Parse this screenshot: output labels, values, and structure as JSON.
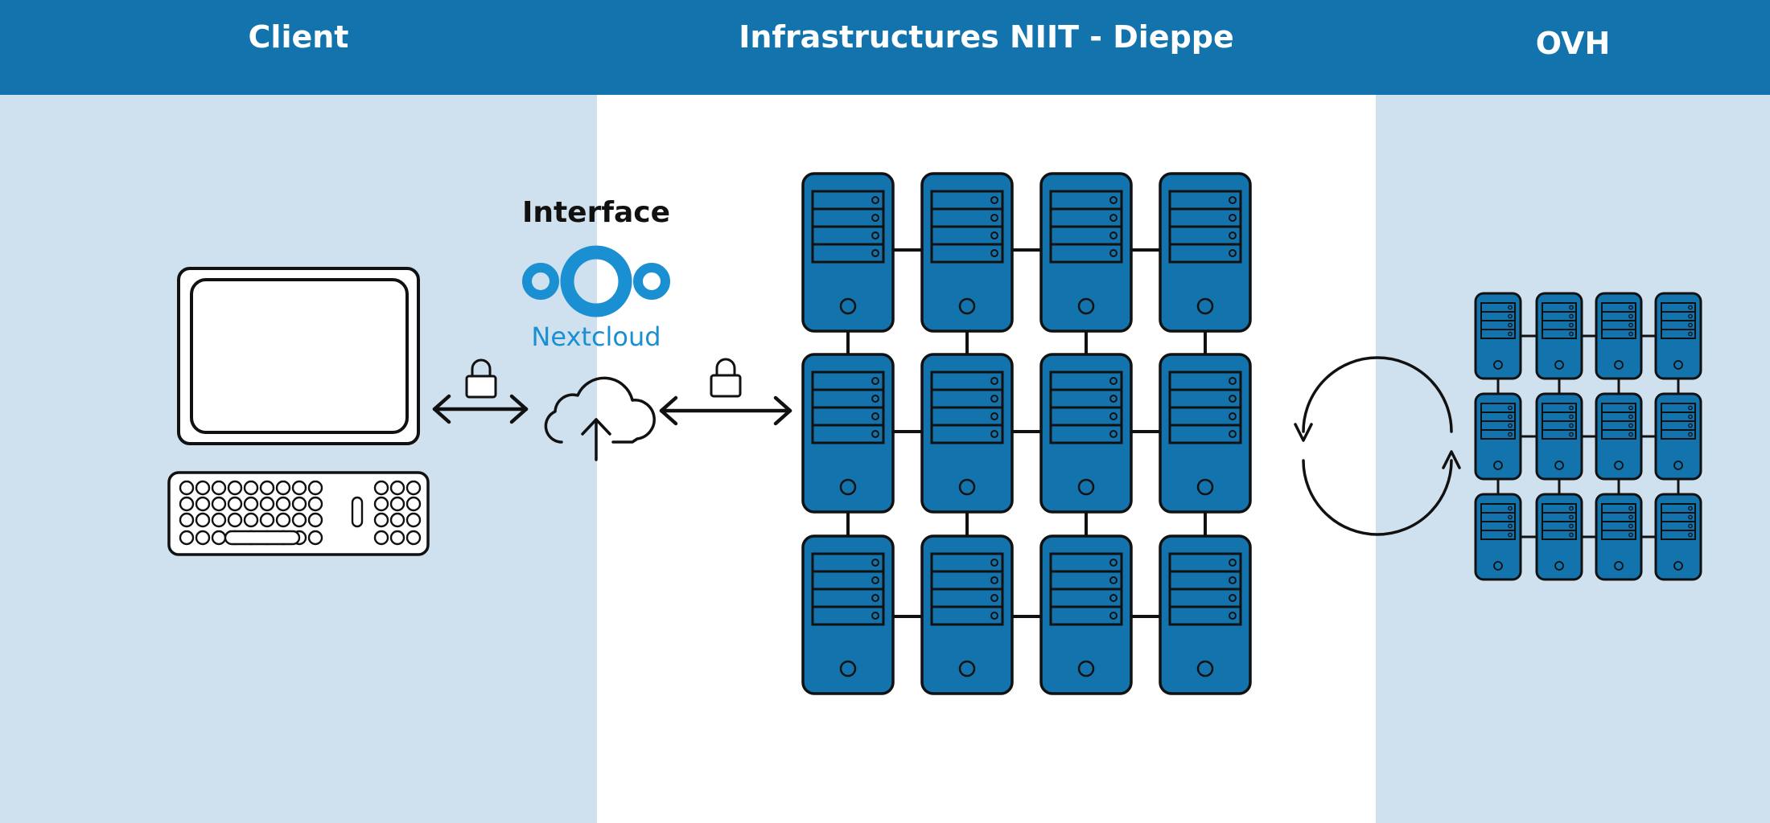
{
  "zones": {
    "client": {
      "title": "Client"
    },
    "infra": {
      "title": "Infrastructures NIIT - Dieppe"
    },
    "ovh": {
      "title": "OVH"
    }
  },
  "interface": {
    "label": "Interface",
    "brand": "Nextcloud",
    "icons": [
      "nextcloud-logo",
      "cloud-upload-icon"
    ]
  },
  "links": [
    {
      "from": "client",
      "to": "interface",
      "type": "bidirectional",
      "secured": true,
      "icon": "lock-icon"
    },
    {
      "from": "interface",
      "to": "infra",
      "type": "bidirectional",
      "secured": true,
      "icon": "lock-icon"
    },
    {
      "from": "infra",
      "to": "ovh",
      "type": "sync",
      "icon": "sync-arrows-icon"
    }
  ],
  "server_grids": {
    "infra": {
      "rows": 3,
      "cols": 4
    },
    "ovh": {
      "rows": 3,
      "cols": 4
    }
  },
  "colors": {
    "header": "#1273ad",
    "side_zone": "#cfe1ee",
    "server": "#1273ad",
    "nextcloud": "#1a8fd1"
  }
}
